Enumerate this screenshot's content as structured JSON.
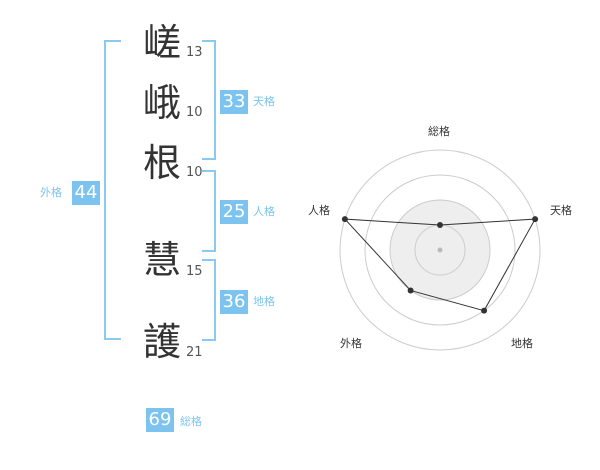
{
  "name_chars": [
    {
      "char": "嵯",
      "strokes": "13"
    },
    {
      "char": "峨",
      "strokes": "10"
    },
    {
      "char": "根",
      "strokes": "10"
    },
    {
      "char": "慧",
      "strokes": "15"
    },
    {
      "char": "護",
      "strokes": "21"
    }
  ],
  "scores": {
    "tenkaku": {
      "value": "33",
      "label": "天格"
    },
    "jinkaku": {
      "value": "25",
      "label": "人格"
    },
    "chikaku": {
      "value": "36",
      "label": "地格"
    },
    "gaikaku": {
      "value": "44",
      "label": "外格"
    },
    "soukaku": {
      "value": "69",
      "label": "総格"
    }
  },
  "chart_data": {
    "type": "radar",
    "axes": [
      "総格",
      "天格",
      "地格",
      "外格",
      "人格"
    ],
    "max": 4,
    "values": [
      1,
      4,
      3,
      2,
      4
    ]
  },
  "colors": {
    "accent": "#7cc4ef",
    "bracket": "#8cc9ee",
    "grid": "#cccccc",
    "fill": "#eeeeee",
    "line": "#333333"
  }
}
